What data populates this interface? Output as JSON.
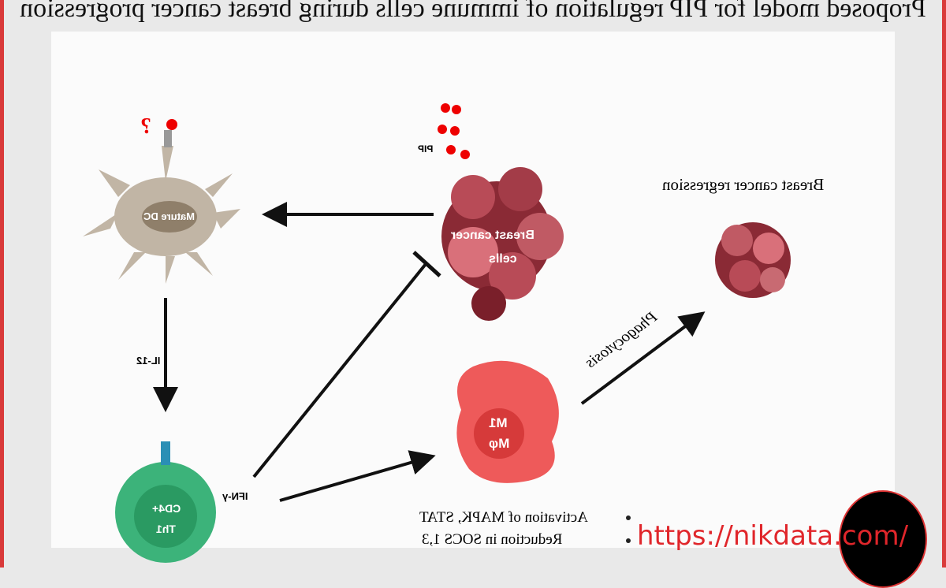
{
  "title": "Proposed model for PIP regulation of immune cells during breast cancer progression",
  "nodes": {
    "dc": "Mature DC",
    "question": "?",
    "pip": "PIP",
    "cancer": "Breast cancer cells",
    "cancer_l1": "Breast cancer",
    "cancer_l2": "cells",
    "th1_l1": "CD4+",
    "th1_l2": "Th1",
    "m1_l1": "M1",
    "m1_l2": "Mφ",
    "regression": "Breast cancer regression"
  },
  "edges": {
    "il12": "IL-12",
    "ifng": "IFN-γ",
    "phago": "Phagocytosis"
  },
  "bullets": [
    "Activation of MAPK, STAT",
    "Reduction in SOCS 1,3"
  ],
  "watermark": "https://nikdata.com/"
}
